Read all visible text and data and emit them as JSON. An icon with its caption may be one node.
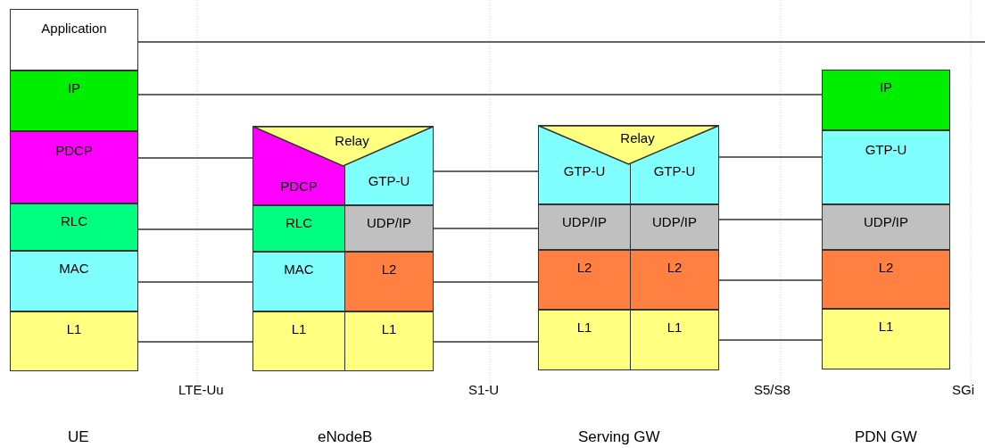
{
  "diagram": {
    "nodes": [
      {
        "text": [
          "Application"
        ]
      },
      {
        "text": [
          "IP"
        ]
      },
      {
        "text": [
          "PDCP"
        ]
      },
      {
        "text": [
          "RLC"
        ]
      },
      {
        "text": [
          "MAC"
        ]
      },
      {
        "text": [
          "L1"
        ]
      },
      {
        "text": [
          "Relay"
        ]
      },
      {
        "text": [
          "PDCP"
        ]
      },
      {
        "text": [
          "GTP-U"
        ]
      },
      {
        "text": [
          "RLC"
        ]
      },
      {
        "text": [
          "UDP/IP"
        ]
      },
      {
        "text": [
          "MAC"
        ]
      },
      {
        "text": [
          "L2"
        ]
      },
      {
        "text": [
          "L1"
        ]
      },
      {
        "text": [
          "L1"
        ]
      },
      {
        "text": [
          "Relay"
        ]
      },
      {
        "text": [
          "GTP-U"
        ]
      },
      {
        "text": [
          "GTP-U"
        ]
      },
      {
        "text": [
          "UDP/IP"
        ]
      },
      {
        "text": [
          "UDP/IP"
        ]
      },
      {
        "text": [
          "L2"
        ]
      },
      {
        "text": [
          "L2"
        ]
      },
      {
        "text": [
          "L1"
        ]
      },
      {
        "text": [
          "L1"
        ]
      },
      {
        "text": [
          "IP"
        ]
      },
      {
        "text": [
          "GTP-U"
        ]
      },
      {
        "text": [
          "UDP/IP"
        ]
      },
      {
        "text": [
          "L2"
        ]
      },
      {
        "text": [
          "L1"
        ]
      }
    ],
    "edges": [
      {
        "from": 0,
        "to": null,
        "arrow": "none"
      },
      {
        "from": 1,
        "to": 24,
        "arrow": "none"
      },
      {
        "from": 2,
        "to": 7,
        "arrow": "none"
      },
      {
        "from": 3,
        "to": 9,
        "arrow": "none"
      },
      {
        "from": 4,
        "to": 11,
        "arrow": "none"
      },
      {
        "from": 5,
        "to": 13,
        "arrow": "none"
      },
      {
        "from": 8,
        "to": 16,
        "arrow": "none"
      },
      {
        "from": 10,
        "to": 18,
        "arrow": "none"
      },
      {
        "from": 12,
        "to": 20,
        "arrow": "none"
      },
      {
        "from": 14,
        "to": 22,
        "arrow": "none"
      },
      {
        "from": 17,
        "to": 25,
        "arrow": "none"
      },
      {
        "from": 19,
        "to": 26,
        "arrow": "none"
      },
      {
        "from": 21,
        "to": 27,
        "arrow": "none"
      },
      {
        "from": 23,
        "to": 28,
        "arrow": "none"
      }
    ],
    "labels": [
      "LTE-Uu",
      "S1-U",
      "S5/S8",
      "SGi",
      "UE",
      "eNodeB",
      "Serving GW",
      "PDN GW"
    ]
  }
}
